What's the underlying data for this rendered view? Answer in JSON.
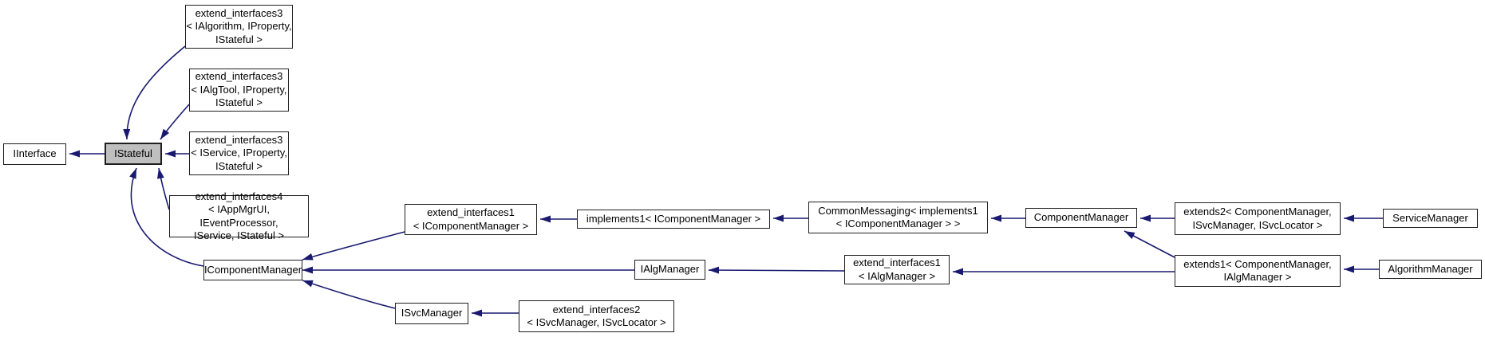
{
  "colors": {
    "edge": "#191970",
    "node-fill": "#ffffff",
    "node-border": "#1f1f1f",
    "node-text": "#000000",
    "highlight-fill": "#bfbfbf"
  },
  "diagram": {
    "type": "class-inheritance-graph",
    "highlighted_node": "IStateful",
    "nodes": [
      {
        "id": "iinterface",
        "label": "IInterface",
        "highlighted": false
      },
      {
        "id": "istateful",
        "label": "IStateful",
        "highlighted": true
      },
      {
        "id": "ei3-ialgorithm",
        "label": "extend_interfaces3\n< IAlgorithm, IProperty,\nIStateful >",
        "highlighted": false
      },
      {
        "id": "ei3-ialgtool",
        "label": "extend_interfaces3\n< IAlgTool, IProperty,\nIStateful >",
        "highlighted": false
      },
      {
        "id": "ei3-iservice",
        "label": "extend_interfaces3\n< IService, IProperty,\nIStateful >",
        "highlighted": false
      },
      {
        "id": "ei4-iappmgrui",
        "label": "extend_interfaces4\n< IAppMgrUI, IEventProcessor,\nIService, IStateful >",
        "highlighted": false
      },
      {
        "id": "icomponentmanager",
        "label": "IComponentManager",
        "highlighted": false
      },
      {
        "id": "ei1-icomponentmanager",
        "label": "extend_interfaces1\n< IComponentManager >",
        "highlighted": false
      },
      {
        "id": "implements1",
        "label": "implements1< IComponentManager >",
        "highlighted": false
      },
      {
        "id": "commonmessaging",
        "label": "CommonMessaging< implements1\n< IComponentManager > >",
        "highlighted": false
      },
      {
        "id": "componentmanager",
        "label": "ComponentManager",
        "highlighted": false
      },
      {
        "id": "extends2",
        "label": "extends2< ComponentManager,\nISvcManager, ISvcLocator >",
        "highlighted": false
      },
      {
        "id": "servicemanager",
        "label": "ServiceManager",
        "highlighted": false
      },
      {
        "id": "ialgmanager",
        "label": "IAlgManager",
        "highlighted": false
      },
      {
        "id": "ei1-ialgmanager",
        "label": "extend_interfaces1\n< IAlgManager >",
        "highlighted": false
      },
      {
        "id": "extends1",
        "label": "extends1< ComponentManager,\nIAlgManager >",
        "highlighted": false
      },
      {
        "id": "algorithmmanager",
        "label": "AlgorithmManager",
        "highlighted": false
      },
      {
        "id": "isvcmanager",
        "label": "ISvcManager",
        "highlighted": false
      },
      {
        "id": "ei2-isvcmanager",
        "label": "extend_interfaces2\n< ISvcManager, ISvcLocator >",
        "highlighted": false
      }
    ],
    "edges": [
      {
        "from": "istateful",
        "to": "iinterface"
      },
      {
        "from": "ei3-ialgorithm",
        "to": "istateful"
      },
      {
        "from": "ei3-ialgtool",
        "to": "istateful"
      },
      {
        "from": "ei3-iservice",
        "to": "istateful"
      },
      {
        "from": "ei4-iappmgrui",
        "to": "istateful"
      },
      {
        "from": "icomponentmanager",
        "to": "istateful"
      },
      {
        "from": "ei1-icomponentmanager",
        "to": "icomponentmanager"
      },
      {
        "from": "ialgmanager",
        "to": "icomponentmanager"
      },
      {
        "from": "isvcmanager",
        "to": "icomponentmanager"
      },
      {
        "from": "implements1",
        "to": "ei1-icomponentmanager"
      },
      {
        "from": "commonmessaging",
        "to": "implements1"
      },
      {
        "from": "componentmanager",
        "to": "commonmessaging"
      },
      {
        "from": "extends2",
        "to": "componentmanager"
      },
      {
        "from": "servicemanager",
        "to": "extends2"
      },
      {
        "from": "extends1",
        "to": "componentmanager"
      },
      {
        "from": "extends1",
        "to": "ei1-ialgmanager"
      },
      {
        "from": "algorithmmanager",
        "to": "extends1"
      },
      {
        "from": "ei1-ialgmanager",
        "to": "ialgmanager"
      },
      {
        "from": "ei2-isvcmanager",
        "to": "isvcmanager"
      }
    ]
  }
}
